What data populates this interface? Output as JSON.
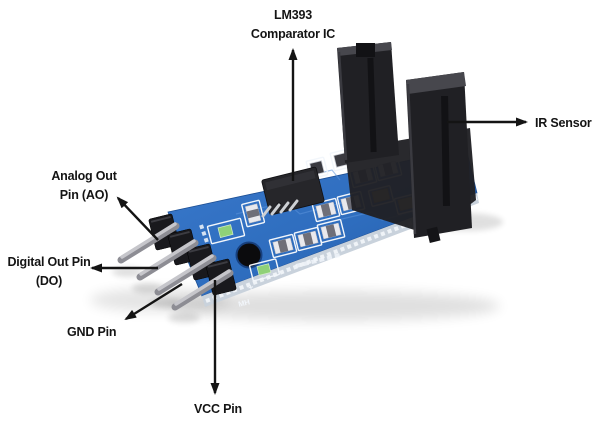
{
  "annotations": {
    "lm393": {
      "line1": "LM393",
      "line2": "Comparator IC"
    },
    "ir_sensor": {
      "label": "IR Sensor"
    },
    "analog_out": {
      "line1": "Analog Out",
      "line2": "Pin (AO)"
    },
    "digital_out": {
      "line1": "Digital Out Pin",
      "line2": "(DO)"
    },
    "gnd": {
      "label": "GND Pin"
    },
    "vcc": {
      "label": "VCC Pin"
    }
  },
  "board": {
    "silkscreen": {
      "mh": "MH",
      "plus": "+"
    }
  },
  "colors": {
    "pcb_blue": "#2e6dbe",
    "pcb_blue_dark": "#245ba6",
    "pcb_trace": "#5b93da",
    "sensor_black": "#202024",
    "sensor_top": "#47474d",
    "label_text": "#141414",
    "board_edge": "#c9d2dc",
    "pin_silver": "#c6c6cb",
    "resistor_body": "#e9e9ed",
    "cap_tan": "#cfa461",
    "led_green": "#8fd178",
    "silkscreen_white": "#f2f6fb",
    "background": "#ffffff"
  }
}
